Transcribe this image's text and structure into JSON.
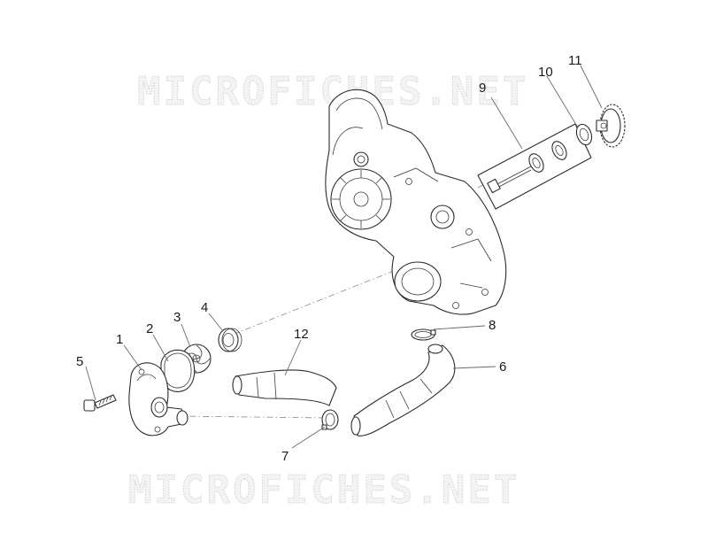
{
  "watermark": {
    "text": "MICROFICHES.NET"
  },
  "callouts": {
    "p1": "1",
    "p2": "2",
    "p3": "3",
    "p4": "4",
    "p5": "5",
    "p6": "6",
    "p7": "7",
    "p8": "8",
    "p9": "9",
    "p10": "10",
    "p11": "11",
    "p12": "12"
  }
}
